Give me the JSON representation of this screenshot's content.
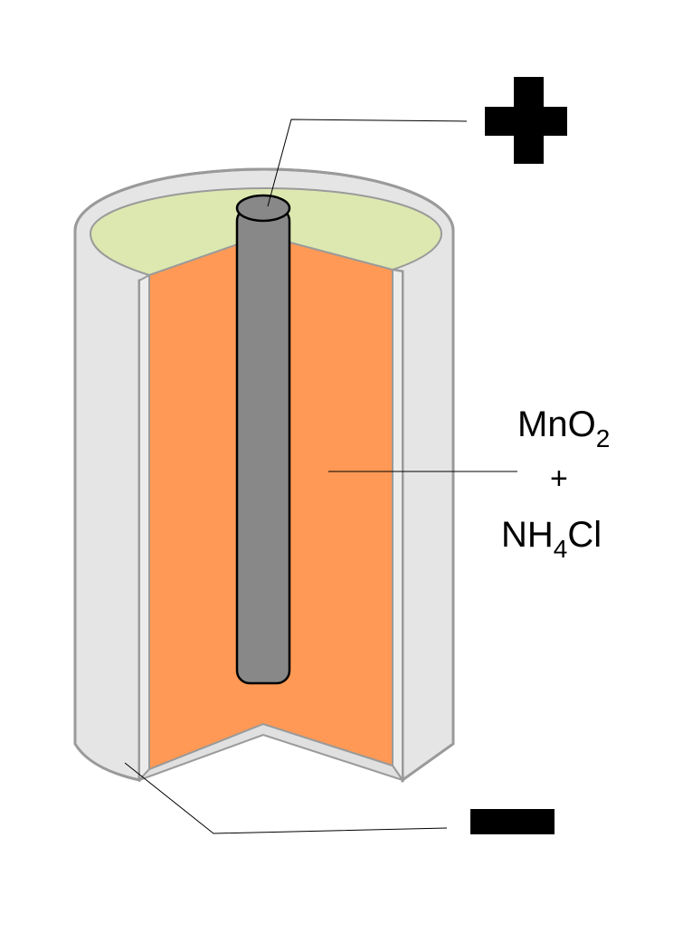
{
  "labels": {
    "mixture_line1_base": "MnO",
    "mixture_line1_sub": "2",
    "mixture_plus": "+",
    "mixture_line2_base": "NH",
    "mixture_line2_sub": "4",
    "mixture_line2_rest": "Cl"
  },
  "colors": {
    "shell": "#e5e5e5",
    "shell_stroke": "#9a9a9a",
    "paste": "#ff9955",
    "top_paste": "#dde8b0",
    "rod": "#888888",
    "terminal_sign": "#000000"
  },
  "icons": {
    "positive_terminal": "plus-sign",
    "negative_terminal": "minus-sign"
  }
}
